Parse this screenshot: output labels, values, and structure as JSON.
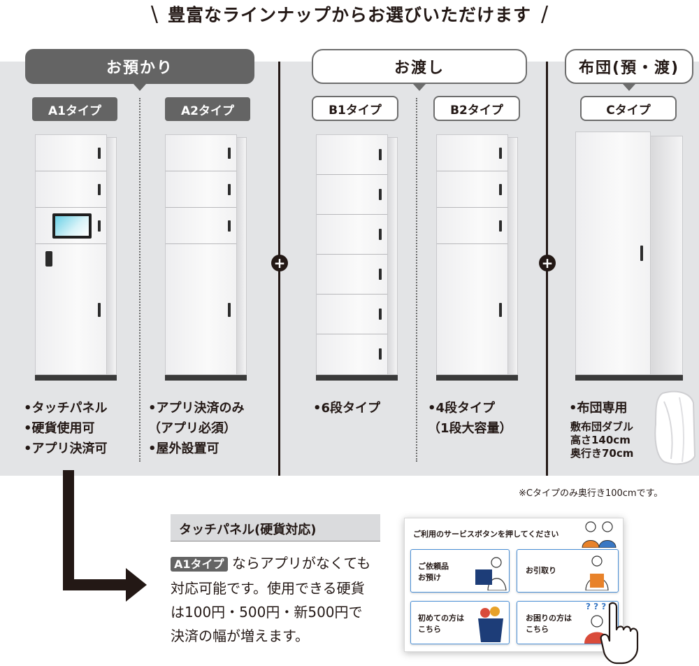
{
  "headline": {
    "title": "豊富なラインナップからお選びいただけます",
    "left_mark": "\\",
    "right_mark": "/"
  },
  "groups": {
    "deposit": {
      "label": "お預かり"
    },
    "delivery": {
      "label": "お渡し"
    },
    "futon": {
      "label": "布団(預・渡)"
    }
  },
  "types": [
    {
      "label": "A1タイプ",
      "features": "•タッチパネル\n•硬貨使用可\n•アプリ決済可"
    },
    {
      "label": "A2タイプ",
      "features": "•アプリ決済のみ\n（アプリ必須）\n•屋外設置可"
    },
    {
      "label": "B1タイプ",
      "features": "•6段タイプ"
    },
    {
      "label": "B2タイプ",
      "features": "•4段タイプ\n（1段大容量）"
    },
    {
      "label": "Cタイプ",
      "features": "•布団専用",
      "details": "敷布団ダブル\n高さ140cm\n奥行き70cm"
    }
  ],
  "plus_symbol": "+",
  "note": "※Cタイプのみ奥行き100cmです。",
  "touch_panel": {
    "title": "タッチパネル(硬貨対応)",
    "badge": "A1タイプ",
    "text_line1_suffix": "ならアプリがなくても",
    "text_rest": [
      "対応可能です。使用できる硬貨",
      "は100円・500円・新500円で",
      "決済の幅が増えます。"
    ]
  },
  "screen_card": {
    "title": "ご利用のサービスボタンを押してください",
    "buttons": [
      {
        "label": "ご依頼品\nお預け",
        "icon": "person-box-icon"
      },
      {
        "label": "お引取り",
        "icon": "person-clothes-icon"
      },
      {
        "label": "初めての方は\nこちら",
        "icon": "bag-icon"
      },
      {
        "label": "お困りの方は\nこちら",
        "icon": "question-person-icon"
      }
    ],
    "question_marks": "? ? ?"
  },
  "colors": {
    "band": "#e3e4e6",
    "dark_label": "#646464",
    "ink": "#231815",
    "card_accent": "#4a8fd6"
  }
}
